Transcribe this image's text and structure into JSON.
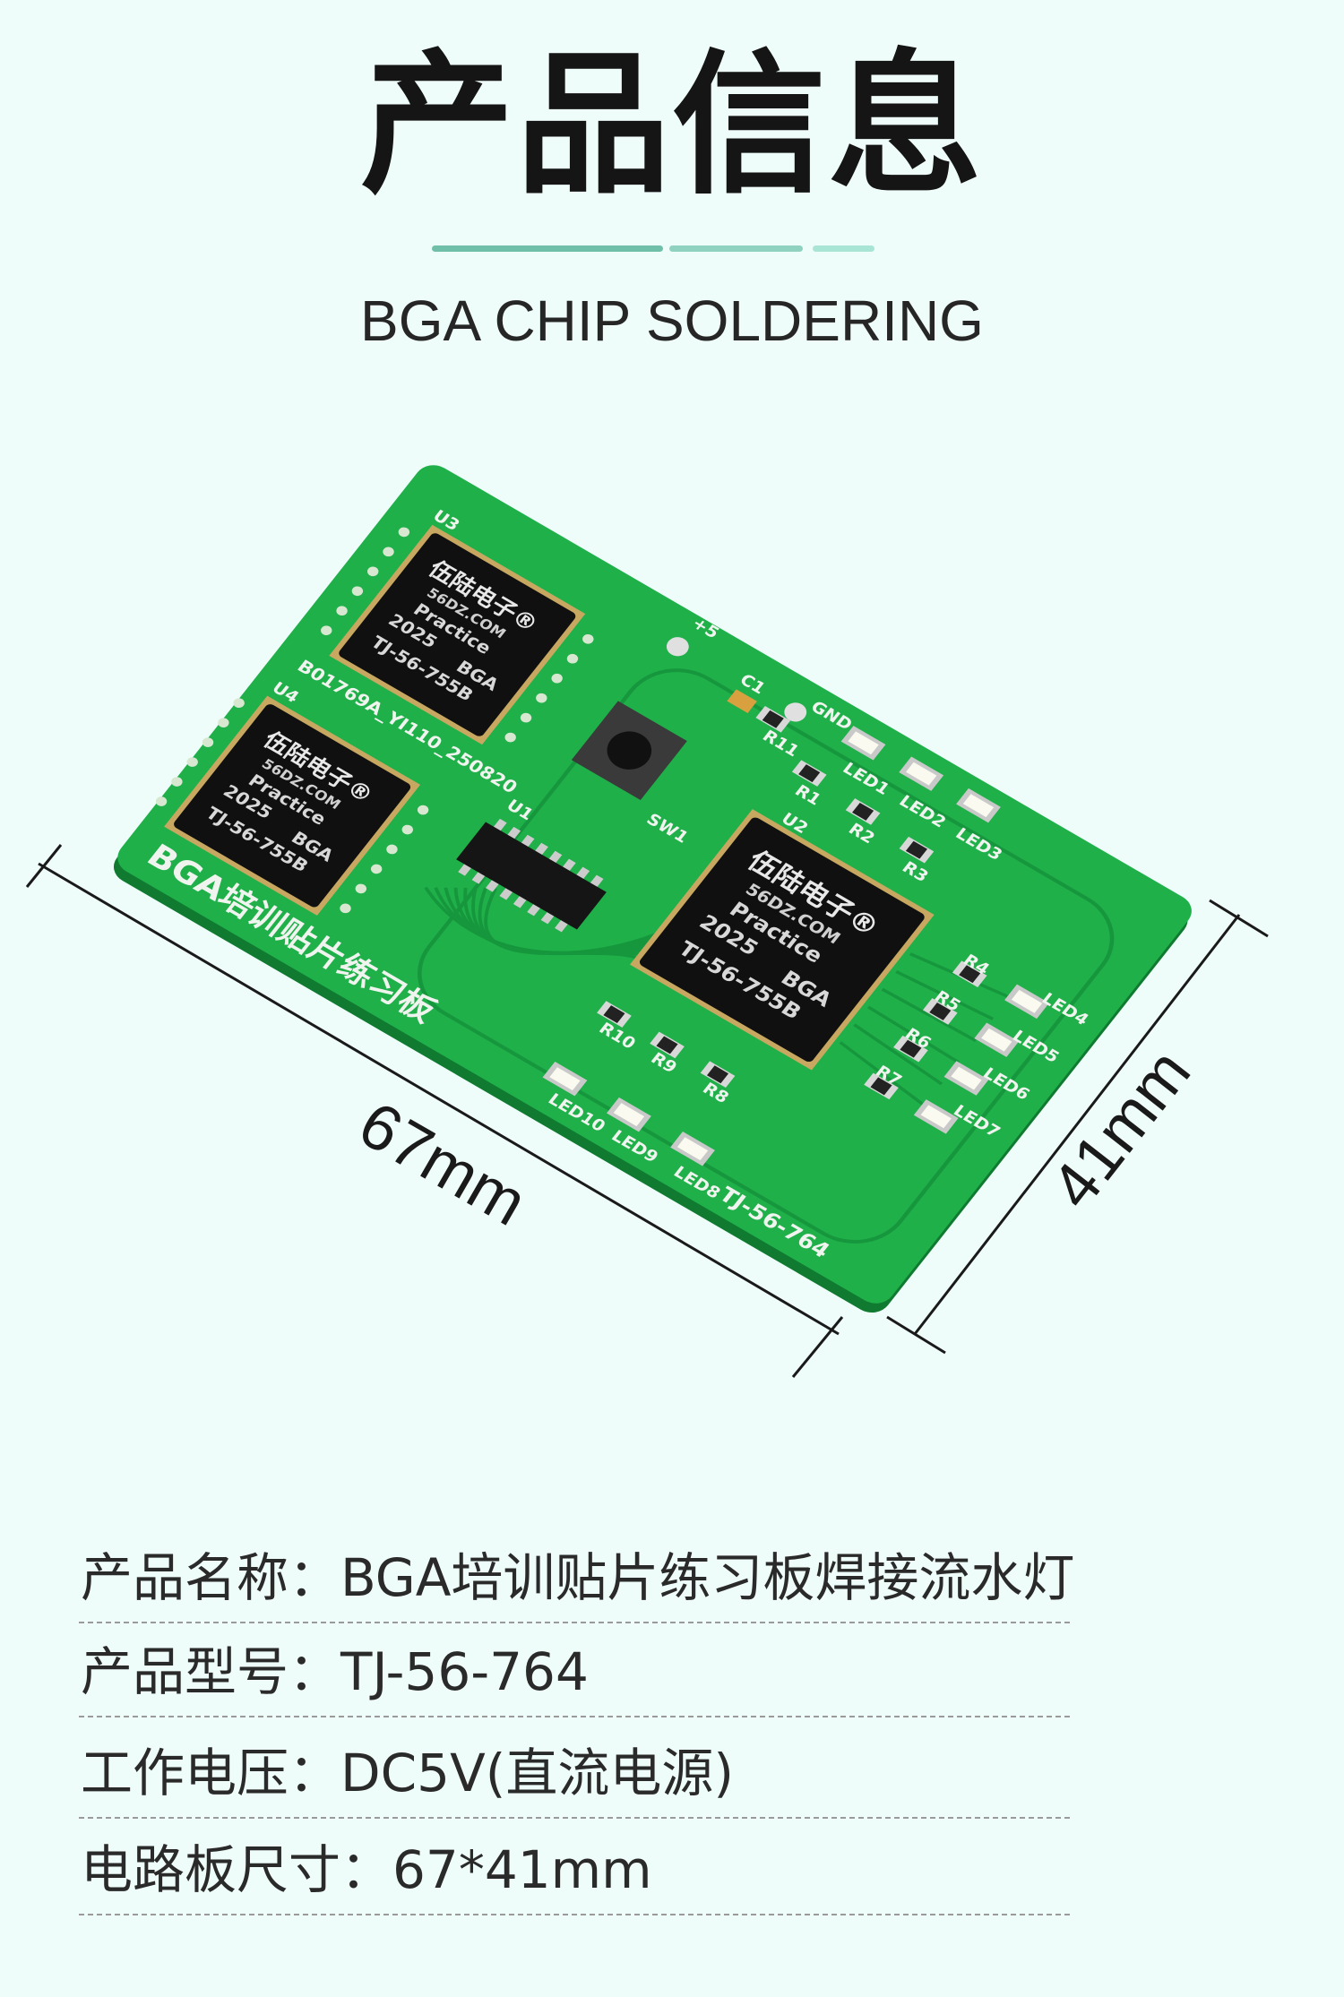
{
  "header": {
    "title": "产品信息",
    "subtitle": "BGA CHIP SOLDERING",
    "accent_colors": [
      "#6fbfa9",
      "#8ed2bf",
      "#a9e5d5"
    ]
  },
  "pcb": {
    "board_color": "#1fb04a",
    "board_text": "BGA培训贴片练习板",
    "model_text": "TJ-56-764",
    "serial_text": "B01769A_YI110_250820",
    "chip": {
      "brand": "伍陆电子®",
      "site": "56DZ.COM",
      "line1": "Practice",
      "line2": "2025",
      "line3": "BGA",
      "line4": "TJ-56-755B"
    },
    "component_labels": [
      "U3",
      "U4",
      "U2",
      "U1",
      "SW1",
      "C1",
      "R11",
      "+5",
      "GND",
      "LED1",
      "LED2",
      "LED3",
      "R1",
      "R2",
      "R3",
      "R4",
      "R5",
      "R6",
      "R7",
      "LED4",
      "LED5",
      "LED6",
      "LED7",
      "R8",
      "R9",
      "R10",
      "LED8",
      "LED9",
      "LED10"
    ]
  },
  "dimensions": {
    "length": "67mm",
    "width": "41mm"
  },
  "specs": [
    {
      "label": "产品名称：",
      "value": "BGA培训贴片练习板焊接流水灯"
    },
    {
      "label": "产品型号：",
      "value": "TJ-56-764"
    },
    {
      "label": "工作电压：",
      "value": "DC5V(直流电源)"
    },
    {
      "label": "电路板尺寸：",
      "value": "67*41mm"
    }
  ]
}
